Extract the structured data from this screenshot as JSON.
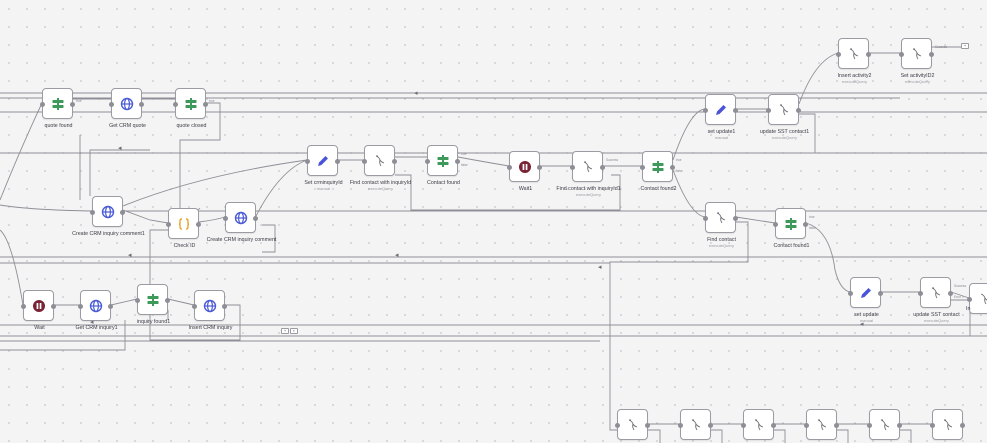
{
  "colors": {
    "if_icon": "#3d9a5b",
    "http_icon": "#4b5bd6",
    "set_icon": "#4a54d8",
    "wait_icon": "#7a2335",
    "code_icon": "#e0a72b",
    "db_icon": "#6b6b72",
    "edge": "#8e8e96"
  },
  "nodes": {
    "quote_found": {
      "label": "quote found",
      "icon": "if-icon"
    },
    "get_crm_quote": {
      "label": "Get CRM quote",
      "icon": "globe-icon"
    },
    "quote_closed": {
      "label": "quote closed",
      "icon": "if-icon"
    },
    "create_crm_inquiry_comment1": {
      "label": "Create CRM inquiry comment1",
      "icon": "globe-icon"
    },
    "check_id": {
      "label": "Check ID",
      "icon": "code-braces-icon"
    },
    "create_crm_inquiry_comment": {
      "label": "Create CRM inquiry comment",
      "icon": "globe-icon"
    },
    "set_crminquiryid": {
      "label": "Set crminquiryId",
      "sub": "manual",
      "icon": "pencil-icon"
    },
    "find_contact_inquiryid": {
      "label": "Find contact with inquiryId",
      "sub": "executeQuery",
      "icon": "database-icon"
    },
    "contact_found": {
      "label": "Contact found",
      "icon": "if-icon"
    },
    "wait1": {
      "label": "Wait1",
      "icon": "pause-icon"
    },
    "find_contact_inquiryid1": {
      "label": "Find contact with inquiryId1",
      "sub": "executeQuery",
      "icon": "database-icon"
    },
    "contact_found2": {
      "label": "Contact found2",
      "icon": "if-icon"
    },
    "set_update1": {
      "label": "set update1",
      "sub": "manual",
      "icon": "pencil-icon"
    },
    "update_sst_contact1": {
      "label": "update SST contact1",
      "sub": "executeQuery",
      "icon": "database-icon"
    },
    "insert_activity2": {
      "label": "Insert activity2",
      "sub": "executeQuery",
      "icon": "database-icon"
    },
    "set_activityid2": {
      "label": "Set activityID2",
      "sub": "executeQuery",
      "icon": "database-icon"
    },
    "find_contact": {
      "label": "Find contact",
      "sub": "executeQuery",
      "icon": "database-icon"
    },
    "contact_found1": {
      "label": "Contact found1",
      "icon": "if-icon"
    },
    "set_update": {
      "label": "set update",
      "sub": "manual",
      "icon": "pencil-icon"
    },
    "update_sst_contact": {
      "label": "update SST contact",
      "sub": "executeQuery",
      "icon": "database-icon"
    },
    "insert_partial": {
      "label": "In",
      "icon": "database-icon"
    },
    "wait": {
      "label": "Wait",
      "icon": "pause-icon"
    },
    "get_crm_inquiry1": {
      "label": "Get CRM inquiry1",
      "icon": "globe-icon"
    },
    "inquiry_found1": {
      "label": "inquiry found1",
      "icon": "if-icon"
    },
    "insert_crm_inquiry": {
      "label": "Insert CRM inquiry",
      "icon": "globe-icon"
    }
  },
  "edge_labels": {
    "true": "true",
    "false": "false",
    "success": "Success",
    "error": "Error"
  }
}
